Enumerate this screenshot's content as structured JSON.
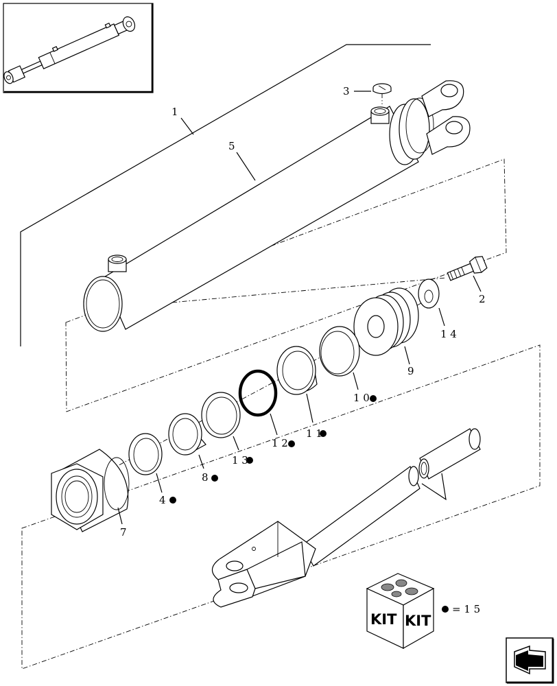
{
  "callouts": [
    {
      "id": "1",
      "text": "1"
    },
    {
      "id": "2",
      "text": "2"
    },
    {
      "id": "3",
      "text": "3"
    },
    {
      "id": "4",
      "text": "4"
    },
    {
      "id": "5",
      "text": "5"
    },
    {
      "id": "7",
      "text": "7"
    },
    {
      "id": "8",
      "text": "8"
    },
    {
      "id": "9",
      "text": "9"
    },
    {
      "id": "10",
      "text": "1 0"
    },
    {
      "id": "11",
      "text": "1 1"
    },
    {
      "id": "12",
      "text": "1 2"
    },
    {
      "id": "13",
      "text": "1 3"
    },
    {
      "id": "14",
      "text": "1 4"
    }
  ],
  "kit": {
    "label_left": "KIT",
    "label_right": "KIT",
    "legend": "= 1 5"
  },
  "icons": {
    "thumbnail": "cylinder-overview-thumbnail",
    "nav": "next-page-arrow-icon",
    "kit_marker": "filled-dot-icon"
  }
}
